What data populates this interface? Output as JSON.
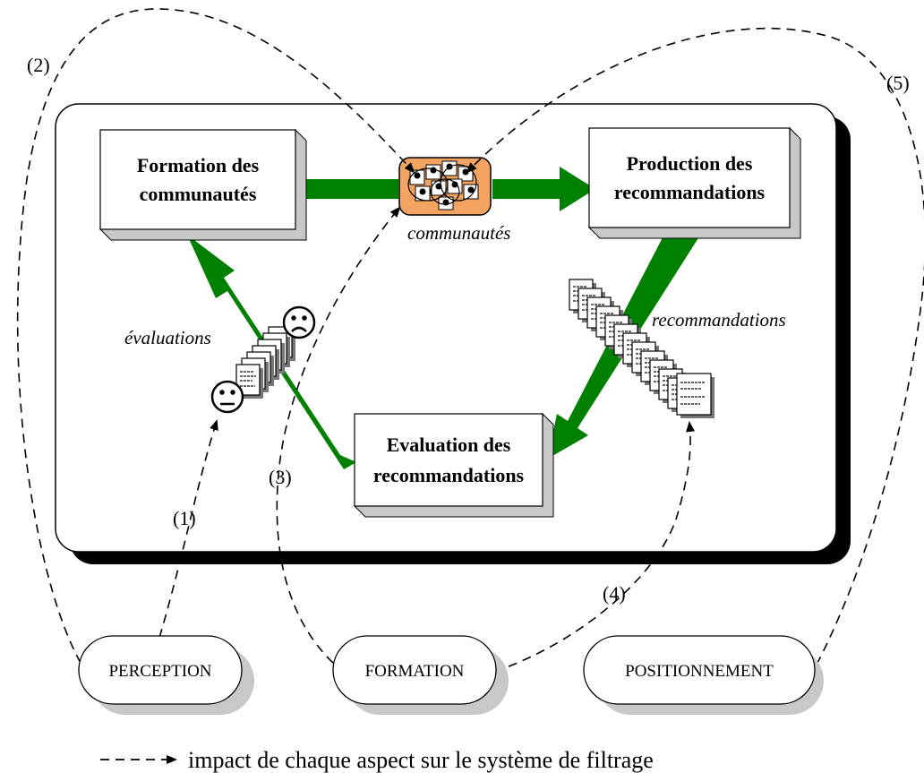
{
  "boxes": {
    "formation": {
      "line1": "Formation des",
      "line2": "communautés"
    },
    "production": {
      "line1": "Production des",
      "line2": "recommandations"
    },
    "evaluation": {
      "line1": "Evaluation des",
      "line2": "recommandations"
    }
  },
  "labels": {
    "communautes": "communautés",
    "evaluations": "évaluations",
    "recommandations": "recommandations"
  },
  "aspects": [
    "PERCEPTION",
    "FORMATION",
    "POSITIONNEMENT"
  ],
  "impact_numbers": [
    "(1)",
    "(2)",
    "(3)",
    "(4)",
    "(5)"
  ],
  "legend": {
    "text": "impact de chaque aspect sur le système de filtrage"
  },
  "colors": {
    "arrow_green": "#008000",
    "community_fill": "#f4a460",
    "box_side": "#c8c8c8"
  },
  "icons": [
    "community-icon",
    "document-icon",
    "sad-face-icon",
    "neutral-face-icon"
  ]
}
